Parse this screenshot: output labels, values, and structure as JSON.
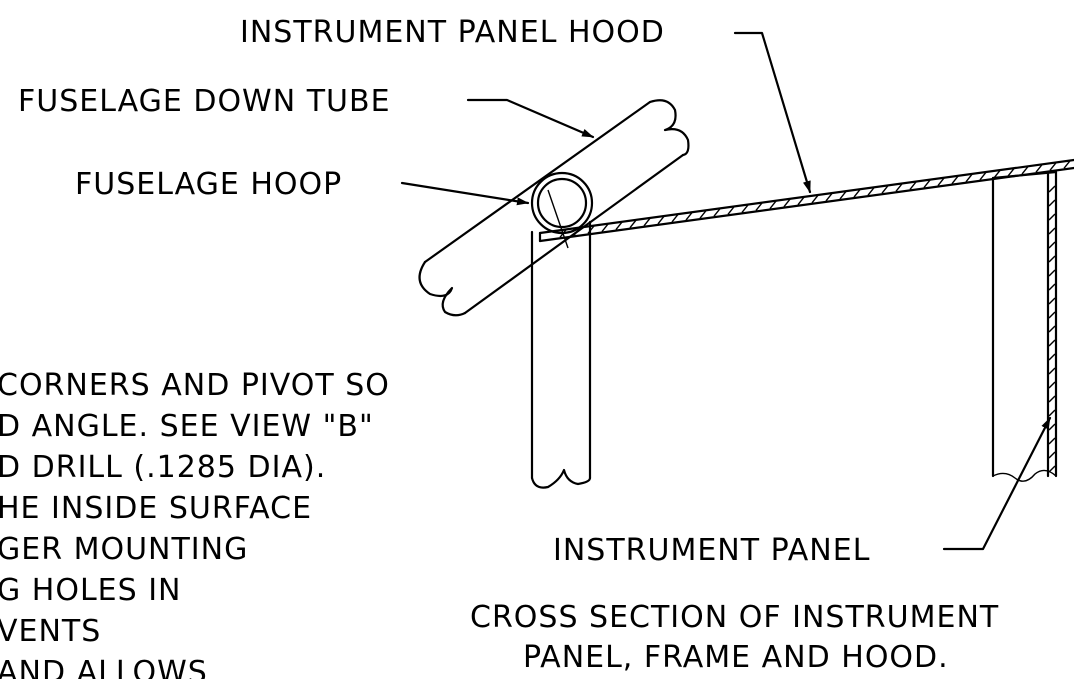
{
  "labels": {
    "hood": "INSTRUMENT PANEL HOOD",
    "down_tube": "FUSELAGE DOWN TUBE",
    "hoop": "FUSELAGE HOOP",
    "panel": "INSTRUMENT PANEL",
    "caption_line1": "CROSS SECTION OF INSTRUMENT",
    "caption_line2": "PANEL, FRAME AND HOOD."
  },
  "notes": [
    "CORNERS AND PIVOT SO",
    "D ANGLE.  SEE VIEW \"B\"",
    "D DRILL (.1285 DIA).",
    "HE INSIDE SURFACE",
    "GER MOUNTING",
    "G HOLES IN",
    "VENTS",
    "AND ALLOWS"
  ]
}
